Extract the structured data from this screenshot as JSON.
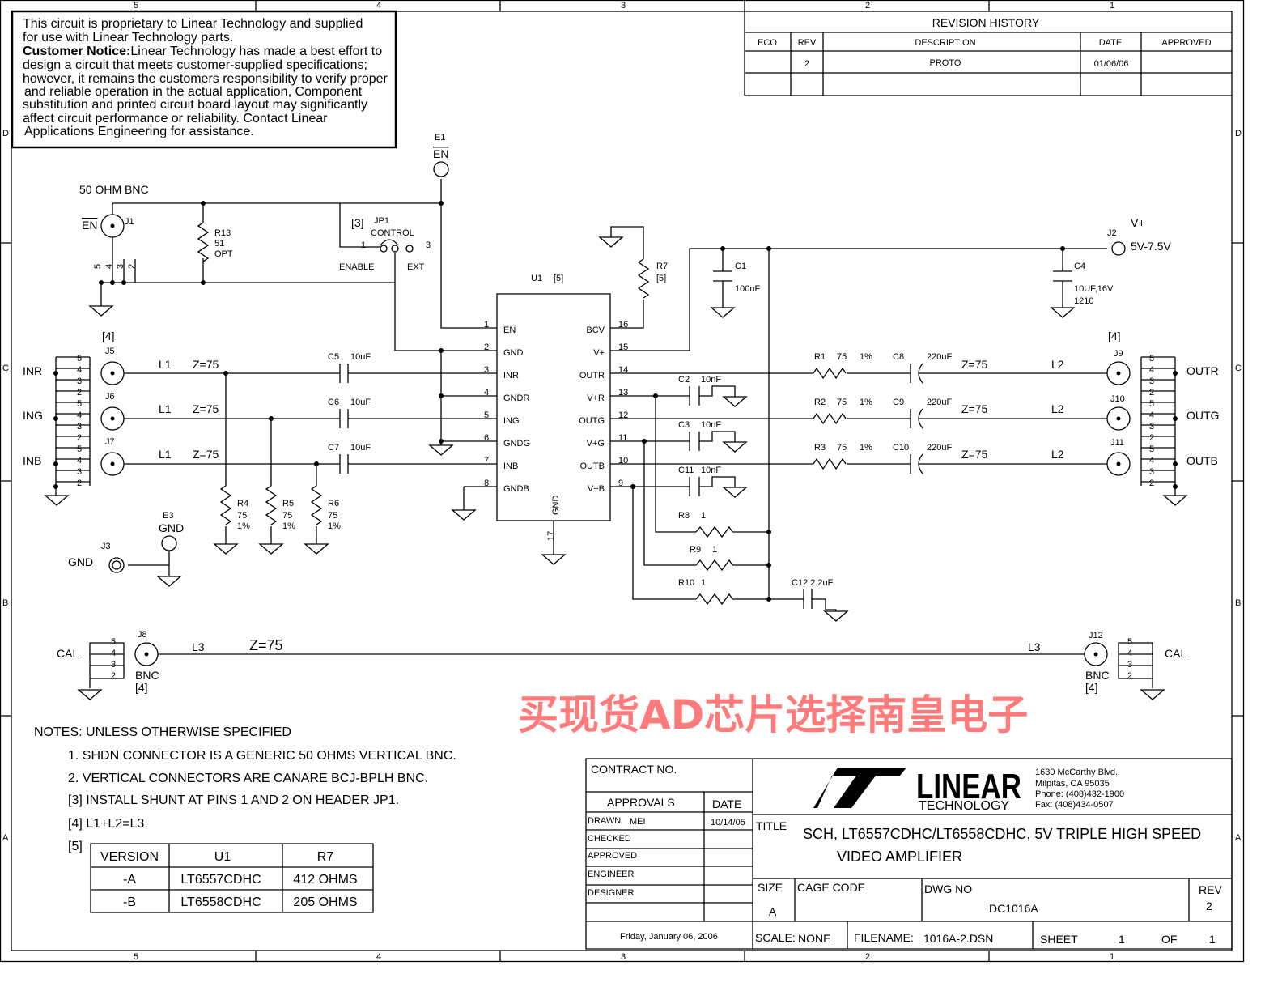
{
  "zones": {
    "top": [
      "5",
      "4",
      "3",
      "2",
      "1"
    ],
    "side": [
      "D",
      "C",
      "B",
      "A"
    ]
  },
  "notice": {
    "lines": [
      "This circuit is proprietary to Linear Technology and supplied",
      "for use with Linear Technology parts."
    ],
    "bold": "Customer Notice:",
    "first_after_bold": "Linear Technology has made a best effort to",
    "rest": [
      "design a circuit that meets customer-supplied specifications;",
      "however, it remains the customers responsibility to verify proper",
      "and reliable operation in the actual application, Component",
      "substitution and printed circuit board layout may significantly",
      "affect circuit performance or reliability. Contact Linear",
      "Applications Engineering for assistance."
    ]
  },
  "revision": {
    "title": "REVISION HISTORY",
    "headers": [
      "ECO",
      "REV",
      "DESCRIPTION",
      "DATE",
      "APPROVED"
    ],
    "row": {
      "rev": "2",
      "description": "PROTO",
      "date": "01/06/06"
    }
  },
  "labels": {
    "bnc50": "50 OHM BNC",
    "en_bar": "EN",
    "j1": "J1",
    "r13": "R13",
    "r13v": "51",
    "r13o": "OPT",
    "e1": "E1",
    "e1n": "EN",
    "jp1": "JP1",
    "jp1r": "[3]",
    "control": "CONTROL",
    "enable": "ENABLE",
    "ext": "EXT",
    "p1": "1",
    "p2": "2",
    "p3": "3",
    "p4": "4",
    "p5": "5",
    "u1": "U1",
    "u1r": "[5]",
    "r7": "R7",
    "r7r": "[5]",
    "c1": "C1",
    "c1v": "100nF",
    "vplus": "V+",
    "j2": "J2",
    "vrange": "5V-7.5V",
    "c4": "C4",
    "c4v": "10UF,16V",
    "c4p": "1210",
    "ref4": "[4]",
    "l1": "L1",
    "l2": "L2",
    "l3": "L3",
    "z75": "Z=75",
    "cap10u": "10uF",
    "r75": "75",
    "pct": "1%",
    "inr": "INR",
    "ing": "ING",
    "inb": "INB",
    "j5": "J5",
    "j6": "J6",
    "j7": "J7",
    "c5": "C5",
    "c6": "C6",
    "c7": "C7",
    "r4": "R4",
    "r5": "R5",
    "r6": "R6",
    "e3": "E3",
    "gnd": "GND",
    "j3": "J3",
    "outr": "OUTR",
    "outg": "OUTG",
    "outb": "OUTB",
    "j9": "J9",
    "j10": "J10",
    "j11": "J11",
    "r1": "R1",
    "r2": "R2",
    "r3": "R3",
    "c8": "C8",
    "c9": "C9",
    "c10": "C10",
    "c220": "220uF",
    "c2": "C2",
    "c3": "C3",
    "c11": "C11",
    "c10n": "10nF",
    "r8": "R8",
    "r9": "R9",
    "r10": "R10",
    "one": "1",
    "c12": "C12 2.2uF",
    "cal": "CAL",
    "j8": "J8",
    "j12": "J12",
    "bnc": "BNC"
  },
  "ic": {
    "left": [
      {
        "pin": "1",
        "name": "EN"
      },
      {
        "pin": "2",
        "name": "GND"
      },
      {
        "pin": "3",
        "name": "INR"
      },
      {
        "pin": "4",
        "name": "GNDR"
      },
      {
        "pin": "5",
        "name": "ING"
      },
      {
        "pin": "6",
        "name": "GNDG"
      },
      {
        "pin": "7",
        "name": "INB"
      },
      {
        "pin": "8",
        "name": "GNDB"
      }
    ],
    "right": [
      {
        "pin": "16",
        "name": "BCV"
      },
      {
        "pin": "15",
        "name": "V+"
      },
      {
        "pin": "14",
        "name": "OUTR"
      },
      {
        "pin": "13",
        "name": "V+R"
      },
      {
        "pin": "12",
        "name": "OUTG"
      },
      {
        "pin": "11",
        "name": "V+G"
      },
      {
        "pin": "10",
        "name": "OUTB"
      },
      {
        "pin": "9",
        "name": "V+B"
      }
    ],
    "bottom": {
      "pin": "17",
      "name": "GND"
    }
  },
  "notes": {
    "header": "NOTES:  UNLESS OTHERWISE SPECIFIED",
    "items": [
      "1. SHDN CONNECTOR IS A GENERIC 50 OHMS VERTICAL BNC.",
      "2. VERTICAL CONNECTORS ARE CANARE BCJ-BPLH BNC.",
      "[3]  INSTALL SHUNT AT PINS 1 AND 2 ON HEADER JP1.",
      "[4]  L1+L2=L3."
    ],
    "table_ref": "[5]",
    "version_table": {
      "headers": [
        "VERSION",
        "U1",
        "R7"
      ],
      "rows": [
        [
          "-A",
          "LT6557CDHC",
          "412 OHMS"
        ],
        [
          "-B",
          "LT6558CDHC",
          "205 OHMS"
        ]
      ]
    }
  },
  "title_block": {
    "contract": "CONTRACT NO.",
    "approvals": "APPROVALS",
    "date": "DATE",
    "rows": [
      {
        "label": "DRAWN",
        "name": "MEI",
        "date": "10/14/05"
      },
      {
        "label": "CHECKED"
      },
      {
        "label": "APPROVED"
      },
      {
        "label": "ENGINEER"
      },
      {
        "label": "DESIGNER"
      }
    ],
    "print_date": "Friday, January 06, 2006",
    "company": "LINEAR",
    "company_sub": "TECHNOLOGY",
    "address": [
      "1630 McCarthy Blvd.",
      "Milpitas, CA 95035",
      "Phone: (408)432-1900",
      "Fax: (408)434-0507"
    ],
    "title_label": "TITLE",
    "title1": "SCH, LT6557CDHC/LT6558CDHC, 5V TRIPLE HIGH SPEED",
    "title2": "VIDEO AMPLIFIER",
    "size_label": "SIZE",
    "size": "A",
    "cage": "CAGE CODE",
    "dwg_label": "DWG NO",
    "dwg": "DC1016A",
    "rev_label": "REV",
    "rev": "2",
    "scale_label": "SCALE:",
    "scale": "NONE",
    "filename_label": "FILENAME:",
    "filename": "1016A-2.DSN",
    "sheet_label": "SHEET",
    "sheet": "1",
    "of": "OF",
    "of_total": "1"
  },
  "watermark": "买现货AD芯片选择南皇电子"
}
